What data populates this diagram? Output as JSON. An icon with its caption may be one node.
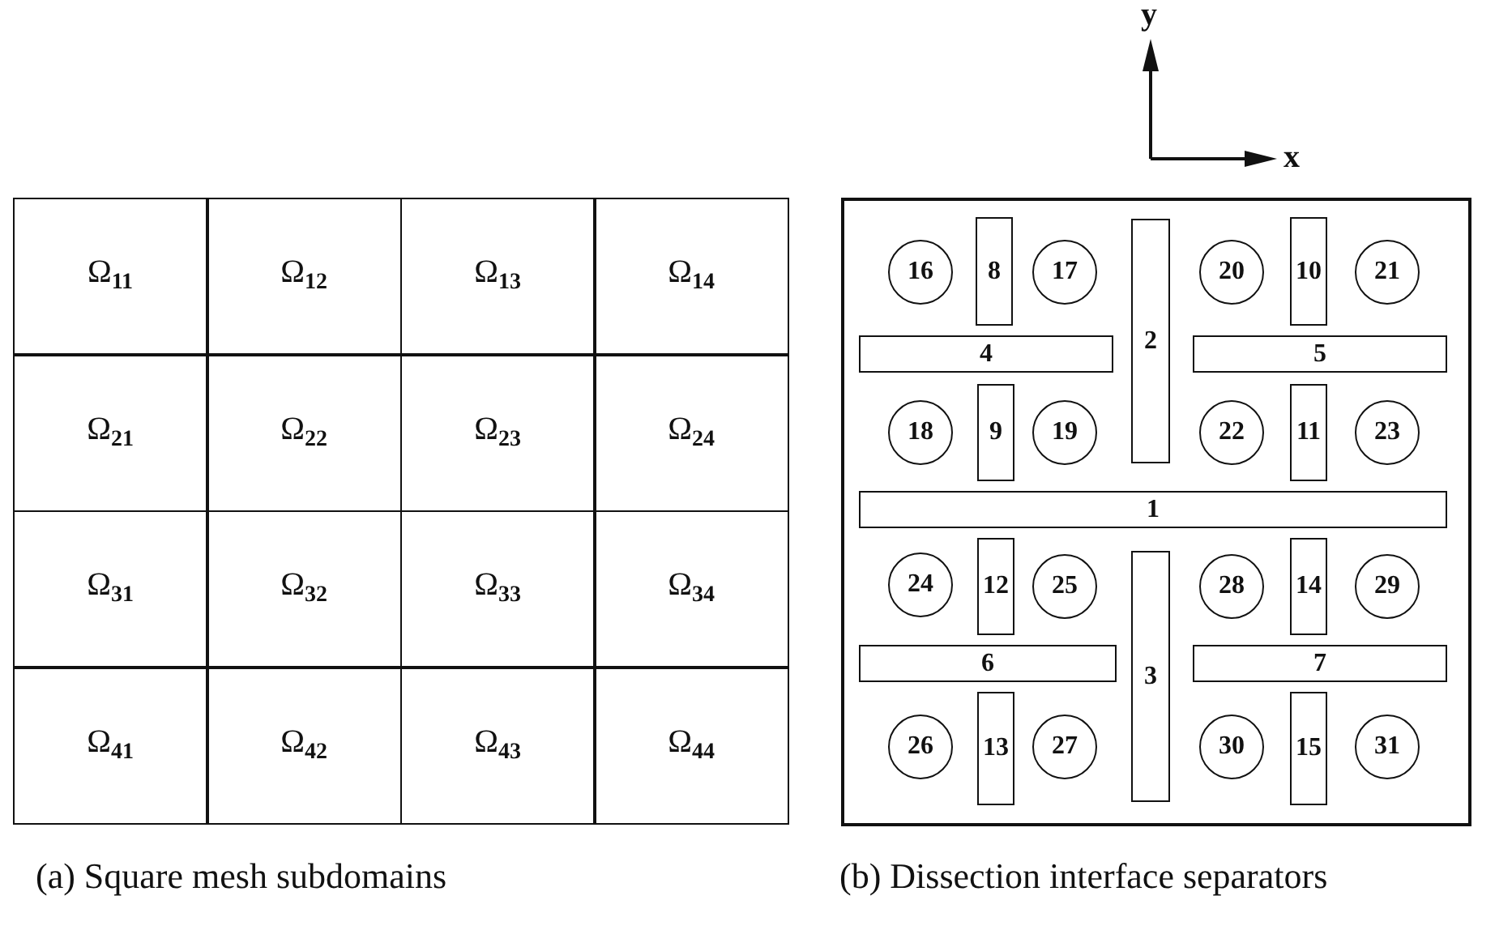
{
  "diagram": {
    "nodes": [
      {
        "text": [
          "Ω$_{11}$"
        ]
      },
      {
        "text": [
          "Ω$_{12}$"
        ]
      },
      {
        "text": [
          "Ω$_{13}$"
        ]
      },
      {
        "text": [
          "Ω$_{14}$"
        ]
      },
      {
        "text": [
          "Ω$_{21}$"
        ]
      },
      {
        "text": [
          "Ω$_{22}$"
        ]
      },
      {
        "text": [
          "Ω$_{23}$"
        ]
      },
      {
        "text": [
          "Ω$_{24}$"
        ]
      },
      {
        "text": [
          "Ω$_{31}$"
        ]
      },
      {
        "text": [
          "Ω$_{32}$"
        ]
      },
      {
        "text": [
          "Ω$_{33}$"
        ]
      },
      {
        "text": [
          "Ω$_{34}$"
        ]
      },
      {
        "text": [
          "Ω$_{41}$"
        ]
      },
      {
        "text": [
          "Ω$_{42}$"
        ]
      },
      {
        "text": [
          "Ω$_{43}$"
        ]
      },
      {
        "text": [
          "Ω$_{44}$"
        ]
      },
      {
        "text": [],
        "shape": "box"
      },
      {
        "text": [
          "1"
        ],
        "in": 16
      },
      {
        "text": [
          "2"
        ],
        "in": 16
      },
      {
        "text": [
          "3"
        ],
        "in": 16
      },
      {
        "text": [
          "4"
        ],
        "in": 16
      },
      {
        "text": [
          "5"
        ],
        "in": 16
      },
      {
        "text": [
          "6"
        ],
        "in": 16
      },
      {
        "text": [
          "7"
        ],
        "in": 16
      },
      {
        "text": [
          "8"
        ],
        "in": 16
      },
      {
        "text": [
          "9"
        ],
        "in": 16
      },
      {
        "text": [
          "10"
        ],
        "in": 16
      },
      {
        "text": [
          "11"
        ],
        "in": 16
      },
      {
        "text": [
          "12"
        ],
        "in": 16
      },
      {
        "text": [
          "13"
        ],
        "in": 16
      },
      {
        "text": [
          "14"
        ],
        "in": 16
      },
      {
        "text": [
          "15"
        ],
        "in": 16
      },
      {
        "text": [
          "16"
        ],
        "in": 16
      },
      {
        "text": [
          "17"
        ],
        "in": 16
      },
      {
        "text": [
          "18"
        ],
        "in": 16
      },
      {
        "text": [
          "19"
        ],
        "in": 16
      },
      {
        "text": [
          "20"
        ],
        "in": 16
      },
      {
        "text": [
          "21"
        ],
        "in": 16
      },
      {
        "text": [
          "22"
        ],
        "in": 16
      },
      {
        "text": [
          "23"
        ],
        "in": 16
      },
      {
        "text": [
          "24"
        ],
        "in": 16
      },
      {
        "text": [
          "25"
        ],
        "in": 16
      },
      {
        "text": [
          "26"
        ],
        "in": 16
      },
      {
        "text": [
          "27"
        ],
        "in": 16
      },
      {
        "text": [
          "28"
        ],
        "in": 16
      },
      {
        "text": [
          "29"
        ],
        "in": 16
      },
      {
        "text": [
          "30"
        ],
        "in": 16
      },
      {
        "text": [
          "31"
        ],
        "in": 16
      }
    ],
    "labels": [
      "y",
      "x",
      "(a) Square mesh subdomains",
      "(b) Dissection interface separators"
    ]
  }
}
